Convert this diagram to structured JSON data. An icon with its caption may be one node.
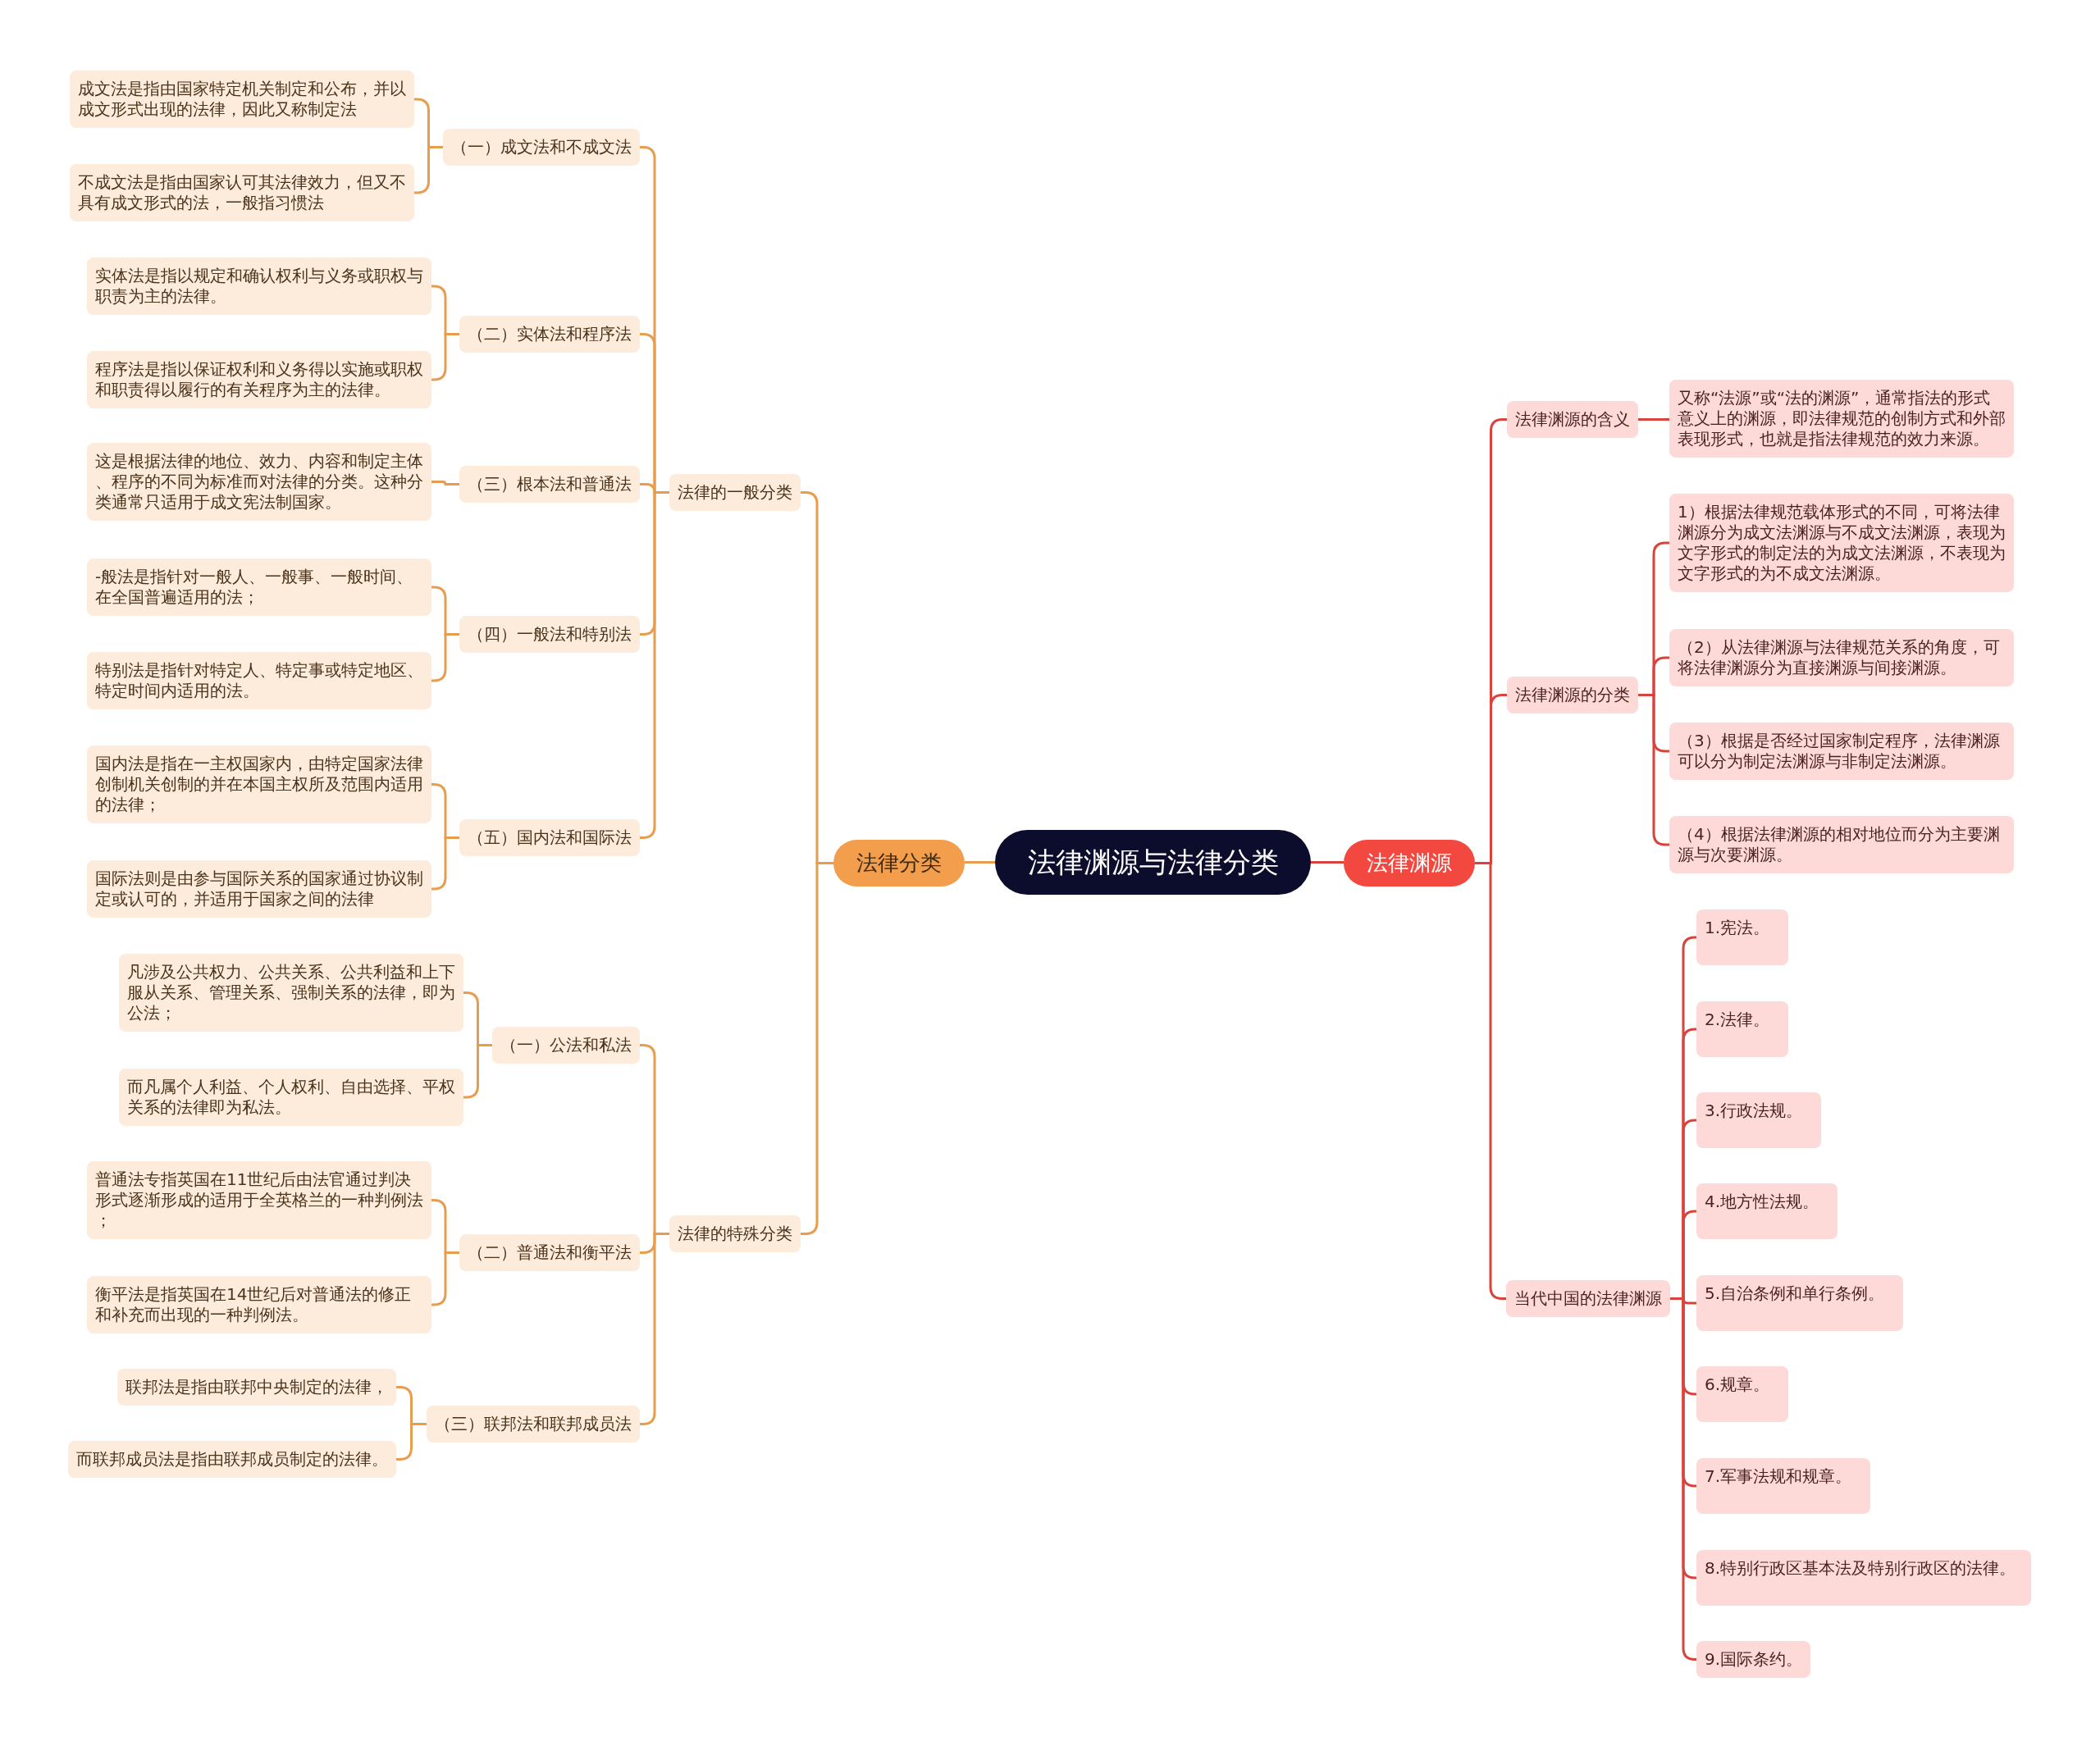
{
  "diagram": {
    "nodes": [
      {
        "text": [
          "法律渊源与法律分类"
        ]
      },
      {
        "text": [
          "法律分类"
        ]
      },
      {
        "text": [
          "法律的一般分类"
        ]
      },
      {
        "text": [
          "（一）成文法和不成文法"
        ]
      },
      {
        "text": [
          "成文法是指由国家特定机关制定和公布，并以成文形式出现的法律，因此又称制定法"
        ]
      },
      {
        "text": [
          "不成文法是指由国家认可其法律效力，但又不具有成文形式的法，一般指习惯法"
        ]
      },
      {
        "text": [
          "（二）实体法和程序法"
        ]
      },
      {
        "text": [
          "实体法是指以规定和确认权利与义务或职权与职责为主的法律。"
        ]
      },
      {
        "text": [
          "程序法是指以保证权利和义务得以实施或职权和职责得以履行的有关程序为主的法律。"
        ]
      },
      {
        "text": [
          "（三）根本法和普通法"
        ]
      },
      {
        "text": [
          "这是根据法律的地位、效力、内容和制定主体、程序的不同为标准而对法律的分类。这种分类通常只适用于成文宪法制国家。"
        ]
      },
      {
        "text": [
          "（四）一般法和特别法"
        ]
      },
      {
        "text": [
          "-般法是指针对一般人、一般事、一般时间、在全国普遍适用的法；"
        ]
      },
      {
        "text": [
          "特别法是指针对特定人、特定事或特定地区、特定时间内适用的法。"
        ]
      },
      {
        "text": [
          "（五）国内法和国际法"
        ]
      },
      {
        "text": [
          "国内法是指在一主权国家内，由特定国家法律创制机关创制的并在本国主权所及范围内适用的法律；"
        ]
      },
      {
        "text": [
          "国际法则是由参与国际关系的国家通过协议制定或认可的，并适用于国家之间的法律"
        ]
      },
      {
        "text": [
          "法律的特殊分类"
        ]
      },
      {
        "text": [
          "（一）公法和私法"
        ]
      },
      {
        "text": [
          "凡涉及公共权力、公共关系、公共利益和上下服从关系、管理关系、强制关系的法律，即为公法；"
        ]
      },
      {
        "text": [
          "而凡属个人利益、个人权利、自由选择、平权关系的法律即为私法。"
        ]
      },
      {
        "text": [
          "（二）普通法和衡平法"
        ]
      },
      {
        "text": [
          "普通法专指英国在11世纪后由法官通过判决形式逐渐形成的适用于全英格兰的一种判例法；"
        ]
      },
      {
        "text": [
          "衡平法是指英国在14世纪后对普通法的修正和补充而出现的一种判例法。"
        ]
      },
      {
        "text": [
          "（三）联邦法和联邦成员法"
        ]
      },
      {
        "text": [
          "联邦法是指由联邦中央制定的法律，"
        ]
      },
      {
        "text": [
          "而联邦成员法是指由联邦成员制定的法律。"
        ]
      },
      {
        "text": [
          "法律渊源"
        ]
      },
      {
        "text": [
          "法律渊源的含义"
        ]
      },
      {
        "text": [
          "又称“法源”或“法的渊源”，通常指法的形式意义上的渊源，即法律规范的创制方式和外部表现形式，也就是指法律规范的效力来源。"
        ]
      },
      {
        "text": [
          "法律渊源的分类"
        ]
      },
      {
        "text": [
          "1）根据法律规范载体形式的不同，可将法律渊源分为成文法渊源与不成文法渊源，表现为文字形式的制定法的为成文法渊源，不表现为文字形式的为不成文法渊源。"
        ]
      },
      {
        "text": [
          "（2）从法律渊源与法律规范关系的角度，可将法律渊源分为直接渊源与间接渊源。"
        ]
      },
      {
        "text": [
          "（3）根据是否经过国家制定程序，法律渊源可以分为制定法渊源与非制定法渊源。"
        ]
      },
      {
        "text": [
          "（4）根据法律渊源的相对地位而分为主要渊源与次要渊源。"
        ]
      },
      {
        "text": [
          "当代中国的法律渊源"
        ]
      },
      {
        "text": [
          "1.宪法。"
        ]
      },
      {
        "text": [
          "2.法律。"
        ]
      },
      {
        "text": [
          "3.行政法规。"
        ]
      },
      {
        "text": [
          "4.地方性法规。"
        ]
      },
      {
        "text": [
          "5.自治条例和单行条例。"
        ]
      },
      {
        "text": [
          "6.规章。"
        ]
      },
      {
        "text": [
          "7.军事法规和规章。"
        ]
      },
      {
        "text": [
          "8.特别行政区基本法及特别行政区的法律。"
        ]
      },
      {
        "text": [
          "9.国际条约。"
        ]
      }
    ],
    "edges": [
      {
        "from": 0,
        "to": 1,
        "arrow": "none"
      },
      {
        "from": 1,
        "to": 2,
        "arrow": "none"
      },
      {
        "from": 2,
        "to": 3,
        "arrow": "none"
      },
      {
        "from": 3,
        "to": 4,
        "arrow": "none"
      },
      {
        "from": 3,
        "to": 5,
        "arrow": "none"
      },
      {
        "from": 2,
        "to": 6,
        "arrow": "none"
      },
      {
        "from": 6,
        "to": 7,
        "arrow": "none"
      },
      {
        "from": 6,
        "to": 8,
        "arrow": "none"
      },
      {
        "from": 2,
        "to": 9,
        "arrow": "none"
      },
      {
        "from": 9,
        "to": 10,
        "arrow": "none"
      },
      {
        "from": 2,
        "to": 11,
        "arrow": "none"
      },
      {
        "from": 11,
        "to": 12,
        "arrow": "none"
      },
      {
        "from": 11,
        "to": 13,
        "arrow": "none"
      },
      {
        "from": 2,
        "to": 14,
        "arrow": "none"
      },
      {
        "from": 14,
        "to": 15,
        "arrow": "none"
      },
      {
        "from": 14,
        "to": 16,
        "arrow": "none"
      },
      {
        "from": 1,
        "to": 17,
        "arrow": "none"
      },
      {
        "from": 17,
        "to": 18,
        "arrow": "none"
      },
      {
        "from": 18,
        "to": 19,
        "arrow": "none"
      },
      {
        "from": 18,
        "to": 20,
        "arrow": "none"
      },
      {
        "from": 17,
        "to": 21,
        "arrow": "none"
      },
      {
        "from": 21,
        "to": 22,
        "arrow": "none"
      },
      {
        "from": 21,
        "to": 23,
        "arrow": "none"
      },
      {
        "from": 17,
        "to": 24,
        "arrow": "none"
      },
      {
        "from": 24,
        "to": 25,
        "arrow": "none"
      },
      {
        "from": 24,
        "to": 26,
        "arrow": "none"
      },
      {
        "from": 0,
        "to": 27,
        "arrow": "none",
        "color": "#d9433b"
      },
      {
        "from": 27,
        "to": 28,
        "arrow": "none",
        "color": "#d9433b"
      },
      {
        "from": 28,
        "to": 29,
        "arrow": "none",
        "color": "#d9433b"
      },
      {
        "from": 27,
        "to": 30,
        "arrow": "none",
        "color": "#d9433b"
      },
      {
        "from": 30,
        "to": 31,
        "arrow": "none",
        "color": "#d9433b"
      },
      {
        "from": 30,
        "to": 32,
        "arrow": "none",
        "color": "#d9433b"
      },
      {
        "from": 30,
        "to": 33,
        "arrow": "none",
        "color": "#d9433b"
      },
      {
        "from": 30,
        "to": 34,
        "arrow": "none",
        "color": "#d9433b"
      },
      {
        "from": 27,
        "to": 35,
        "arrow": "none",
        "color": "#d9433b"
      },
      {
        "from": 35,
        "to": 36,
        "arrow": "none",
        "color": "#d9433b"
      },
      {
        "from": 35,
        "to": 37,
        "arrow": "none",
        "color": "#d9433b"
      },
      {
        "from": 35,
        "to": 38,
        "arrow": "none",
        "color": "#d9433b"
      },
      {
        "from": 35,
        "to": 39,
        "arrow": "none",
        "color": "#d9433b"
      },
      {
        "from": 35,
        "to": 40,
        "arrow": "none",
        "color": "#d9433b"
      },
      {
        "from": 35,
        "to": 41,
        "arrow": "none",
        "color": "#d9433b"
      },
      {
        "from": 35,
        "to": 42,
        "arrow": "none",
        "color": "#d9433b"
      },
      {
        "from": 35,
        "to": 43,
        "arrow": "none",
        "color": "#d9433b"
      },
      {
        "from": 35,
        "to": 44,
        "arrow": "none",
        "color": "#d9433b"
      }
    ]
  }
}
